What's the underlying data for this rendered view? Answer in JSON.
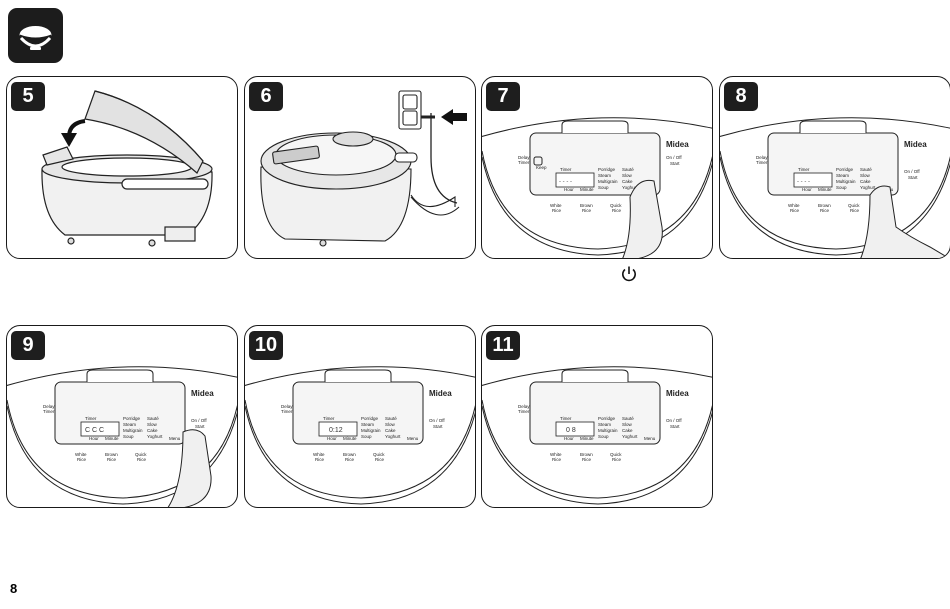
{
  "page": {
    "number": "8"
  },
  "section_icon": {
    "name": "rice-bowl-icon"
  },
  "steps": [
    {
      "number": "5",
      "illustration": "close-lid"
    },
    {
      "number": "6",
      "illustration": "plug-into-outlet"
    },
    {
      "number": "7",
      "illustration": "press-power-button"
    },
    {
      "number": "8",
      "illustration": "press-menu-button"
    },
    {
      "number": "9",
      "illustration": "press-start-button"
    },
    {
      "number": "10",
      "illustration": "display-countdown"
    },
    {
      "number": "11",
      "illustration": "display-final"
    }
  ],
  "control_panel": {
    "brand": "Midea",
    "delay_timer": [
      "Delay",
      "Timer"
    ],
    "timer_label": "Timer",
    "hour_label": "Hour",
    "minute_label": "Minute",
    "keep_label": "Keep",
    "menu_label": "Menu",
    "programs_col1": [
      "Porridge",
      "Steam",
      "Multigrain",
      "Soup"
    ],
    "programs_col2": [
      "Sauté",
      "Slow",
      "Cake",
      "Yoghurt"
    ],
    "presets": [
      {
        "line1": "White",
        "line2": "Rice"
      },
      {
        "line1": "Brown",
        "line2": "Rice"
      },
      {
        "line1": "Quick",
        "line2": "Rice"
      }
    ],
    "onoff_label": "On / Off",
    "start_label": "Start"
  },
  "displays": {
    "step7": "- - - -",
    "step8": "- - - -",
    "step9": "C C C",
    "step10": "0:12",
    "step11": "0 8"
  },
  "caption": {
    "icon": "power-icon"
  }
}
